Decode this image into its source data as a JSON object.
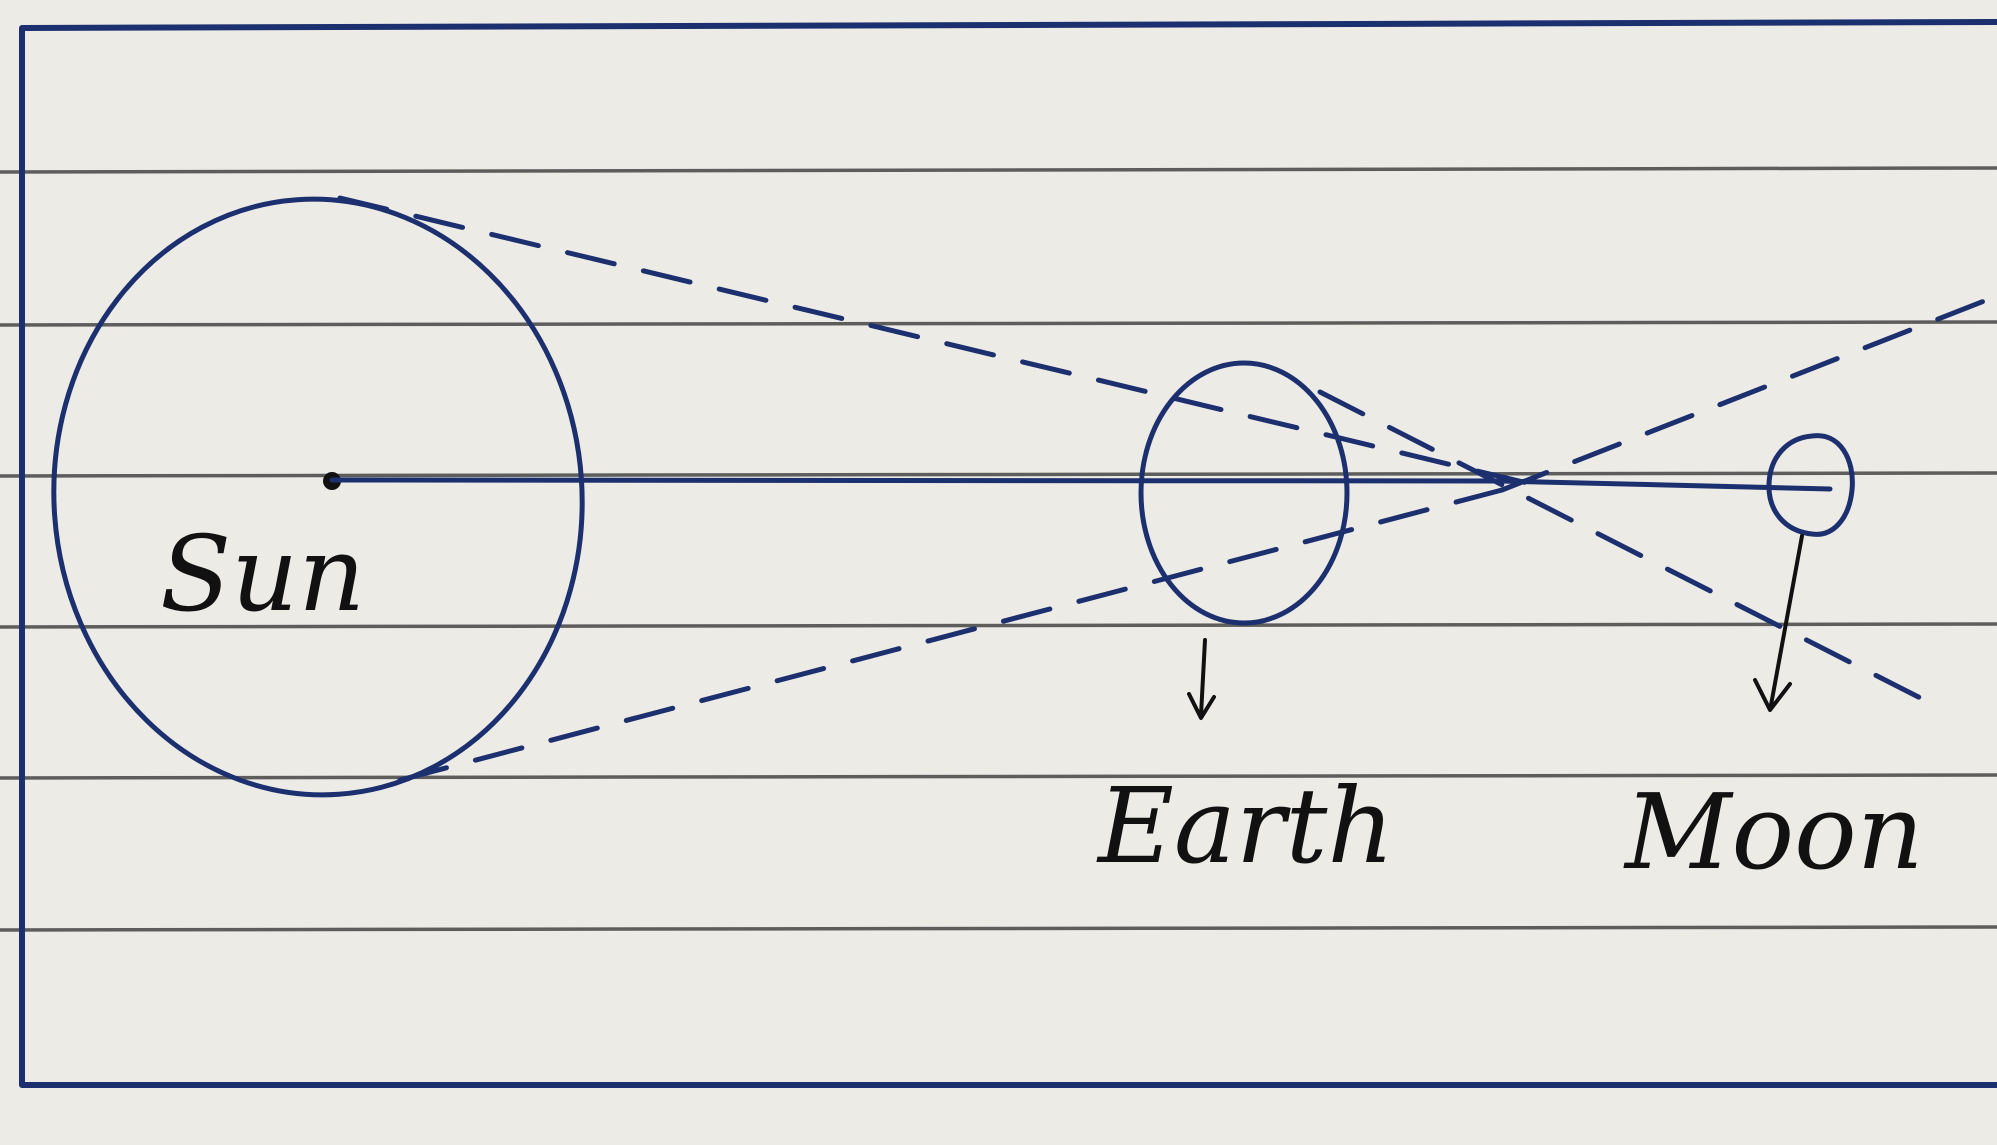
{
  "diagram": {
    "labels": {
      "sun": "Sun",
      "earth": "Earth",
      "moon": "Moon"
    },
    "colors": {
      "ink": "#1c2f6e",
      "paper": "#ecebe6",
      "rule": "#3a3a3a",
      "handwriting": "#111111"
    }
  }
}
